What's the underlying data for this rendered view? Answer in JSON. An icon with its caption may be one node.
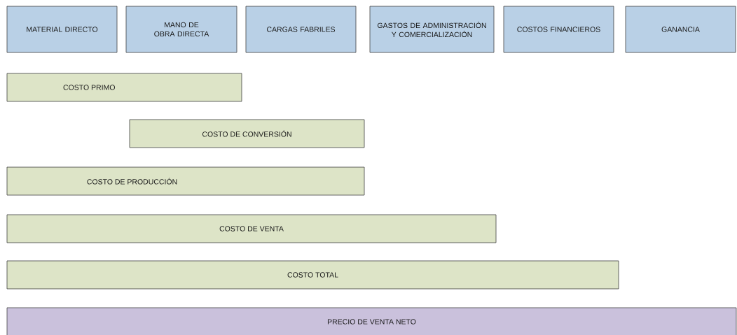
{
  "diagram": {
    "nodes": [
      {
        "text": [
          "MATERIAL DIRECTO"
        ]
      },
      {
        "text": [
          "MANO DE OBRA DIRECTA"
        ]
      },
      {
        "text": [
          "CARGAS FABRILES"
        ]
      },
      {
        "text": [
          "GASTOS DE ADMINISTRACIÓN Y COMERCIALIZACIÓN"
        ]
      },
      {
        "text": [
          "COSTOS FINANCIEROS"
        ]
      },
      {
        "text": [
          "GANANCIA"
        ]
      },
      {
        "text": [
          "COSTO PRIMO"
        ]
      },
      {
        "text": [
          "COSTO DE CONVERSIÓN"
        ]
      },
      {
        "text": [
          "COSTO DE PRODUCCIÓN"
        ]
      },
      {
        "text": [
          "COSTO DE VENTA"
        ]
      },
      {
        "text": [
          "COSTO TOTAL"
        ]
      },
      {
        "text": [
          "PRECIO DE VENTA NETO"
        ]
      }
    ]
  }
}
